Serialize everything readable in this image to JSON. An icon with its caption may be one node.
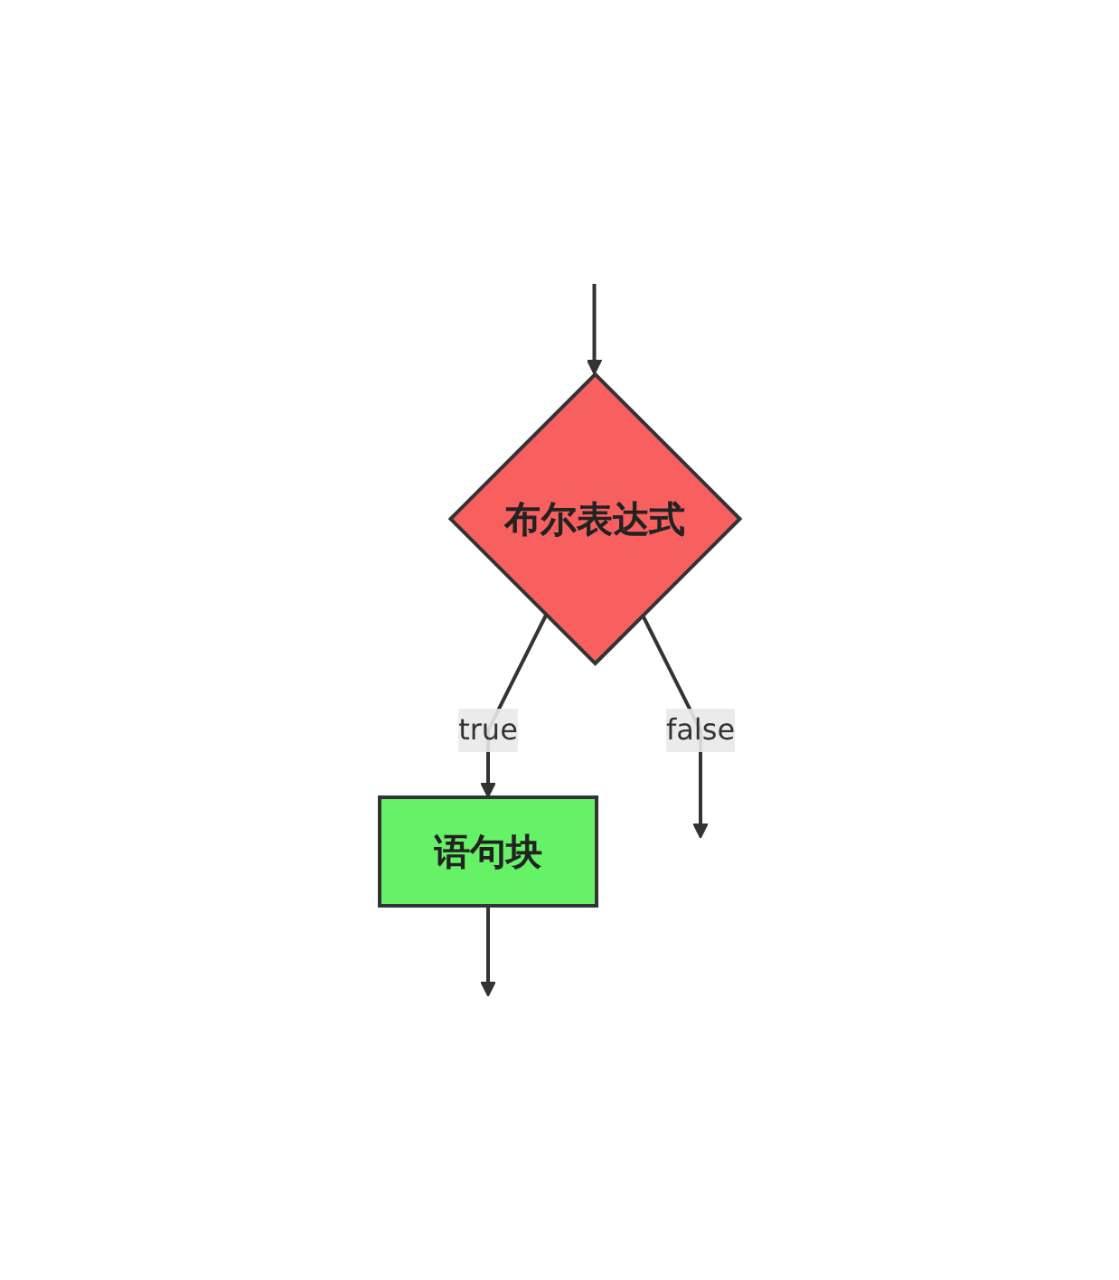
{
  "diagram": {
    "nodes": [
      {
        "text": [
          "布尔表达式"
        ]
      },
      {
        "text": [
          "语句块"
        ]
      }
    ],
    "edges": [
      {
        "from": null,
        "to": 0,
        "arrow": "to"
      },
      {
        "from": 0,
        "to": 1,
        "label": "true",
        "arrow": "to"
      },
      {
        "from": 0,
        "to": null,
        "label": "false",
        "arrow": "to"
      },
      {
        "from": 1,
        "to": null,
        "arrow": "to"
      }
    ]
  }
}
